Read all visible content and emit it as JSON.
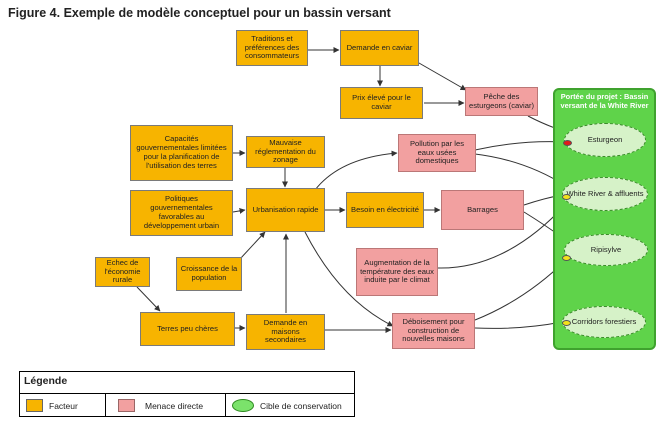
{
  "title": "Figure 4.  Exemple de modèle conceptuel pour un bassin versant",
  "factors": {
    "traditions": "Traditions et préférences des consommateurs",
    "demande_caviar": "Demande en caviar",
    "prix_eleve": "Prix élevé pour le caviar",
    "capacites": "Capacités gouvernementales limitées pour la planification de l'utilisation des terres",
    "mauvaise_reglementation": "Mauvaise réglementation du zonage",
    "politiques": "Politiques gouvernementales favorables au développement urbain",
    "urbanisation": "Urbanisation rapide",
    "besoin_electricite": "Besoin en électricité",
    "echec_economie": "Echec de l'économie rurale",
    "croissance": "Croissance de la population",
    "terres_cheres": "Terres peu chères",
    "demande_maisons": "Demande en maisons secondaires"
  },
  "threats": {
    "peche": "Pêche des esturgeons (caviar)",
    "pollution": "Pollution par les eaux usées domestiques",
    "barrages": "Barrages",
    "temperature": "Augmentation de la température des eaux induite par le climat",
    "deboisement": "Déboisement pour construction de nouvelles maisons"
  },
  "scope": {
    "title": "Portée du projet : Bassin versant de la White River",
    "targets": [
      {
        "label": "Esturgeon",
        "rating_color": "#e21a1a"
      },
      {
        "label": "White River & affluents",
        "rating_color": "#f2e01a"
      },
      {
        "label": "Ripisylve",
        "rating_color": "#f2e01a"
      },
      {
        "label": "Corridors forestiers",
        "rating_color": "#f2e01a"
      }
    ]
  },
  "legend": {
    "title": "Légende",
    "factor": "Facteur",
    "threat": "Menace directe",
    "target": "Cible de conservation"
  },
  "colors": {
    "factor": "#f7b400",
    "threat": "#f2a0a0",
    "scope": "#5fd34a",
    "target": "#d6f2c8"
  }
}
